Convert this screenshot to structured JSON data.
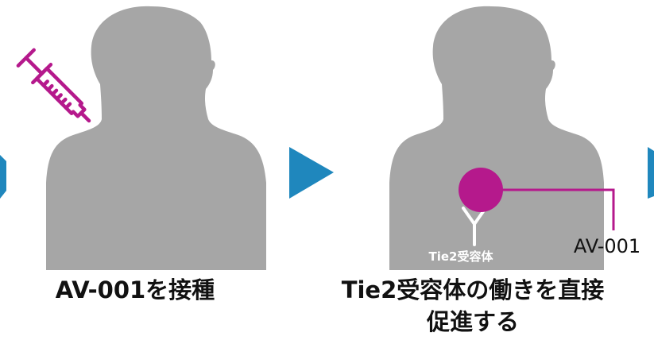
{
  "panel1": {
    "caption": "AV-001を接種"
  },
  "panel2": {
    "receptor_label": "Tie2受容体",
    "drug_label": "AV-001",
    "caption_line1": "Tie2受容体の働きを直接",
    "caption_line2": "促進する"
  },
  "colors": {
    "silhouette": "#a6a6a6",
    "accent": "#b5198c",
    "arrow": "#1f87bd",
    "text": "#111111",
    "receptor": "#ffffff"
  },
  "icons": {
    "syringe": "syringe-icon",
    "arrow": "arrow-right-icon",
    "drug": "drug-molecule-icon",
    "receptor": "receptor-y-icon"
  }
}
